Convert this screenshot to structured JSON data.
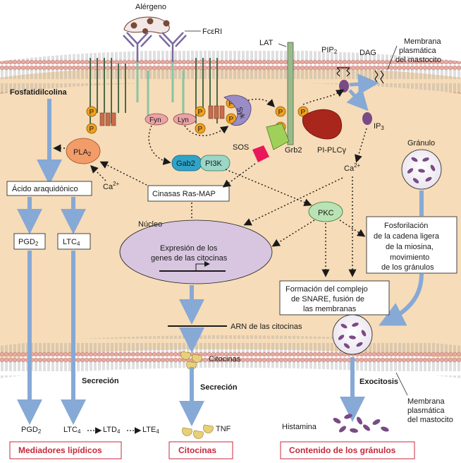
{
  "labels": {
    "allergen": "Alérgeno",
    "receptor": "FcεRI",
    "lat": "LAT",
    "pip2": "PIP",
    "pip2_sub": "2",
    "dag": "DAG",
    "membrane_top_1": "Membrana",
    "membrane_top_2": "plasmática",
    "membrane_top_3": "del mastocito",
    "phosphatidylcholine": "Fosfatidilcolina",
    "pla2": "PLA",
    "pla2_sub": "2",
    "ca_left": "Ca",
    "ca_left_sup": "2+",
    "ca_right": "Ca",
    "ca_right_sup": "2+",
    "fyn": "Fyn",
    "lyn": "Lyn",
    "syk": "Syk",
    "sos": "SOS",
    "grb2": "Grb2",
    "plc": "PI-PLCγ",
    "ip3": "IP",
    "ip3_sub": "3",
    "gab2": "Gab2",
    "pi3k": "PI3K",
    "granule": "Gránulo",
    "arachidonic": "Ácido araquidónico",
    "ras_map": "Cinasas Ras-MAP",
    "pkc": "PKC",
    "nucleus": "Núcleo",
    "gene_expr_1": "Expresión de los",
    "gene_expr_2": "genes de las citocinas",
    "pgd2": "PGD",
    "pgd2_sub": "2",
    "ltc4": "LTC",
    "ltc4_sub": "4",
    "myosin_1": "Fosforilación",
    "myosin_2": "de la cadena ligera",
    "myosin_3": "de la miosina,",
    "myosin_4": "movimiento",
    "myosin_5": "de los gránulos",
    "snare_1": "Formación del complejo",
    "snare_2": "de SNARE, fusión de",
    "snare_3": "las membranas",
    "mrna": "ARN de las citocinas",
    "cytokines": "Citocinas",
    "secretion_left": "Secreción",
    "secretion_mid": "Secreción",
    "exocytosis": "Exocitosis",
    "membrane_bot_1": "Membrana",
    "membrane_bot_2": "plasmática",
    "membrane_bot_3": "del mastocito",
    "pgd2_out": "PGD",
    "pgd2_out_sub": "2",
    "ltc4_out": "LTC",
    "ltc4_out_sub": "4",
    "ltd4_out": "LTD",
    "ltd4_out_sub": "4",
    "lte4_out": "LTE",
    "lte4_out_sub": "4",
    "tnf": "TNF",
    "histamine": "Histamina",
    "phospho": "P"
  },
  "categories": {
    "lipid": "Mediadores lipídicos",
    "cytokines": "Citocinas",
    "granules": "Contenido de los gránulos"
  },
  "colors": {
    "cytoplasm": "#f6dcb8",
    "membrane_head": "#e7a9a0",
    "nucleus": "#d8c6e0",
    "pla2": "#f29c6a",
    "pkc": "#b9e3b5",
    "gab2": "#2fa4c8",
    "pi3k": "#9bd6c6",
    "syk": "#9a8cc4",
    "fyn_lyn": "#e9a3a6",
    "plc": "#a8261c",
    "grb2": "#9fd15a",
    "sos": "#e8185a",
    "phospho": "#f0a020",
    "arrow": "#86a9d6",
    "category": "#c8283c",
    "granule": "#7a4a86"
  }
}
